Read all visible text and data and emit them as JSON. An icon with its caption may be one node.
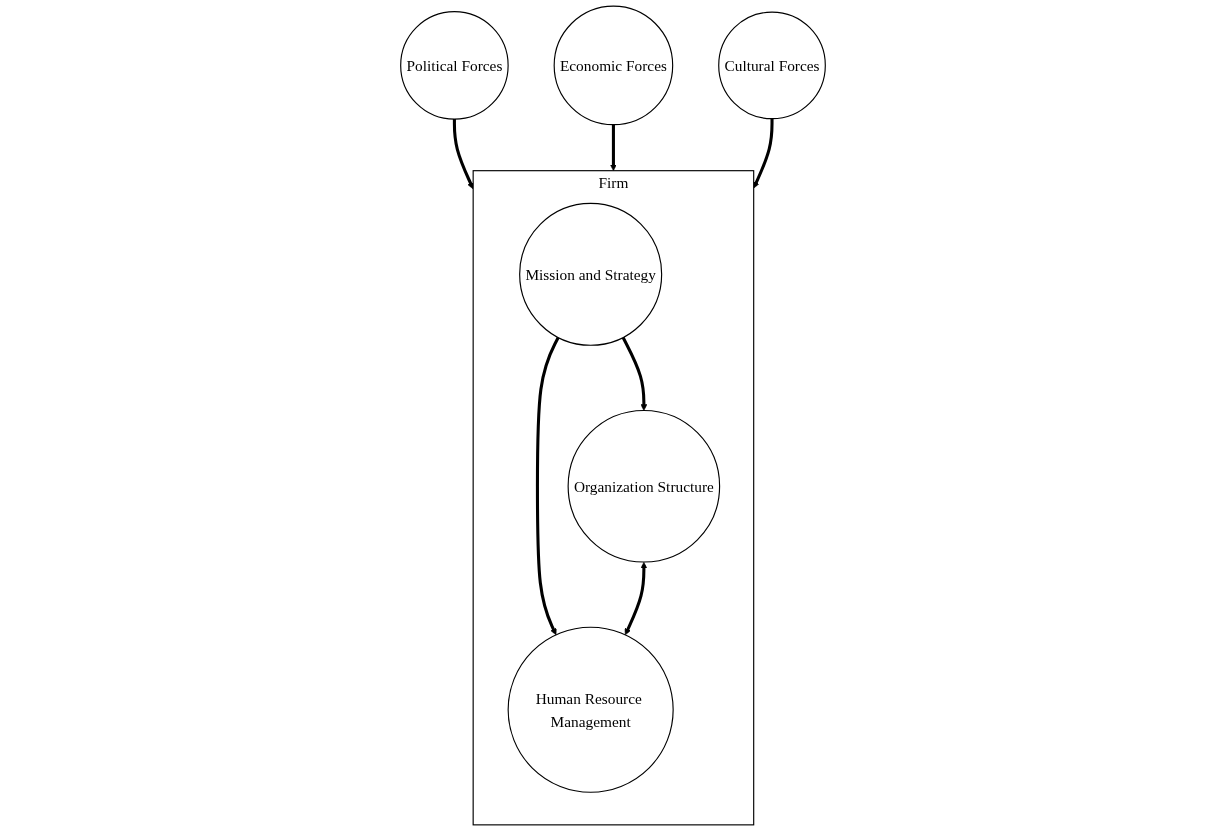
{
  "diagram": {
    "nodes": [
      {
        "text": [
          "Political Forces"
        ]
      },
      {
        "text": [
          "Economic Forces"
        ]
      },
      {
        "text": [
          "Cultural Forces"
        ]
      },
      {
        "text": [
          "Firm"
        ]
      },
      {
        "text": [
          "Mission and Strategy"
        ],
        "in": 3
      },
      {
        "text": [
          "Organization Structure"
        ],
        "in": 3
      },
      {
        "text": [
          "Human Resource Management"
        ],
        "in": 3
      }
    ],
    "edges": [
      {
        "from": 0,
        "to": 3,
        "arrow": "to"
      },
      {
        "from": 1,
        "to": 3,
        "arrow": "to"
      },
      {
        "from": 2,
        "to": 3,
        "arrow": "to"
      },
      {
        "from": 4,
        "to": 5,
        "arrow": "to"
      },
      {
        "from": 4,
        "to": 6,
        "arrow": "to"
      },
      {
        "from": 5,
        "to": 6,
        "arrow": "both"
      }
    ]
  }
}
